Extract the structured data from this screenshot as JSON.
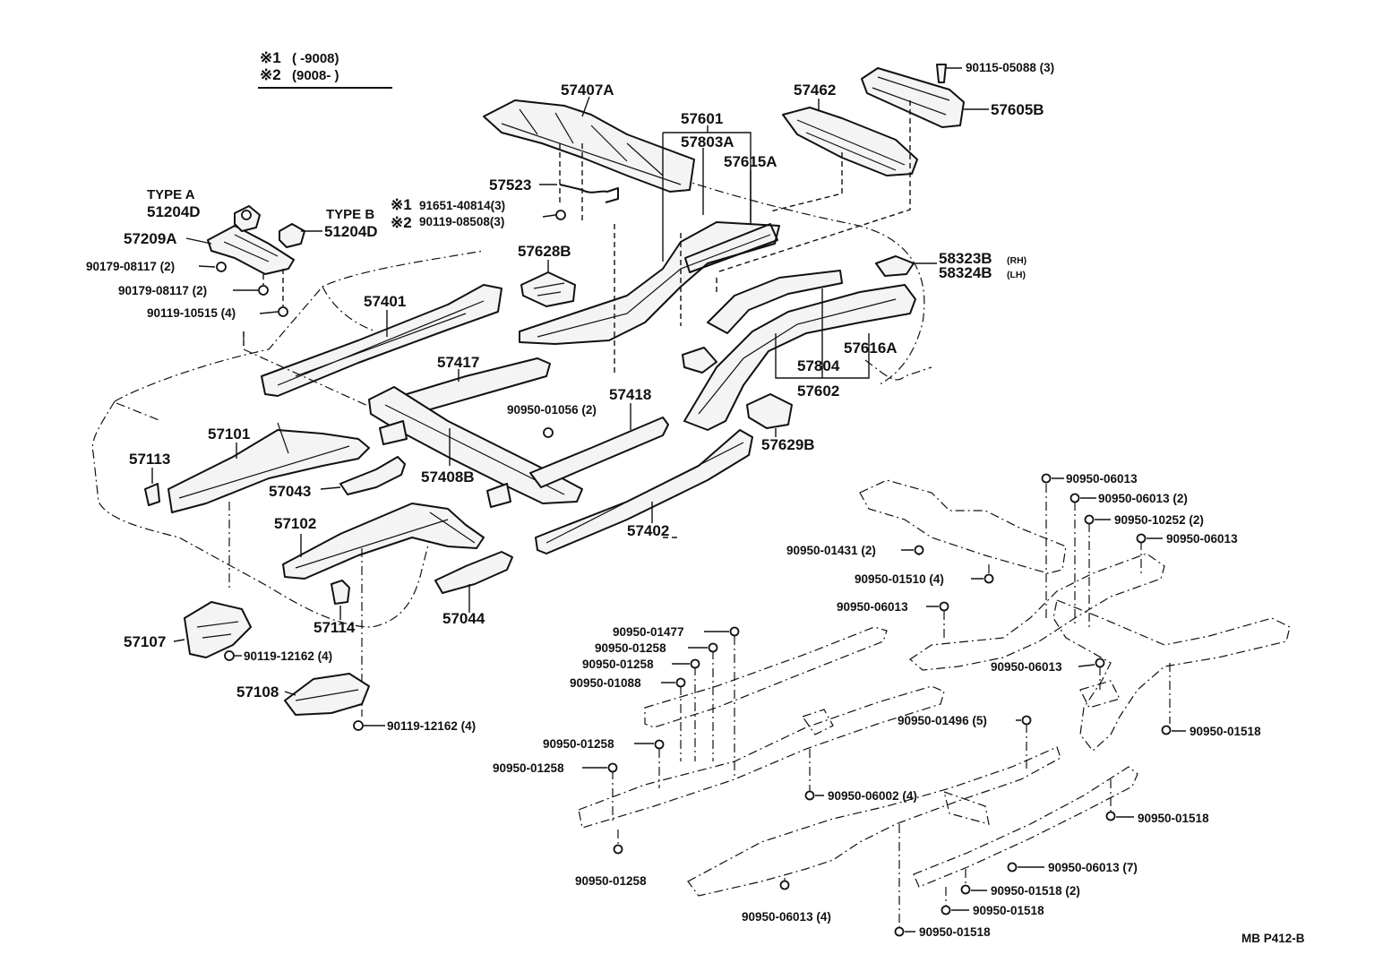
{
  "legend": [
    {
      "mark": "※1",
      "range": "(          -9008)"
    },
    {
      "mark": "※2",
      "range": "(9008-          )"
    }
  ],
  "type_labels": {
    "type_a": "TYPE A",
    "type_b": "TYPE B"
  },
  "labels": {
    "p57407A": "57407A",
    "p57601": "57601",
    "p57803A": "57803A",
    "p57615A": "57615A",
    "p57462": "57462",
    "p90115": "90115-05088 (3)",
    "p57605B": "57605B",
    "p57523": "57523",
    "p91651": "91651-40814(3)",
    "p90119a": "90119-08508(3)",
    "p51204Da": "51204D",
    "p51204Db": "51204D",
    "p57209A": "57209A",
    "p90179a": "90179-08117 (2)",
    "p90179b": "90179-08117 (2)",
    "p90119b": "90119-10515 (4)",
    "p57628B": "57628B",
    "p58323B": "58323B",
    "rh": "(RH)",
    "p58324B": "58324B",
    "lh": "(LH)",
    "p57401": "57401",
    "p57417": "57417",
    "p57418": "57418",
    "p57804": "57804",
    "p57616A": "57616A",
    "p57602": "57602",
    "p57629B": "57629B",
    "p90950_01056": "90950-01056 (2)",
    "p57101": "57101",
    "p57113": "57113",
    "p57043": "57043",
    "p57408B": "57408B",
    "p57402": "57402",
    "p57102": "57102",
    "p57114": "57114",
    "p57044": "57044",
    "p57107": "57107",
    "p90119_12162a": "90119-12162 (4)",
    "p57108": "57108",
    "p90119_12162b": "90119-12162 (4)",
    "f1": "90950-06013",
    "f2": "90950-06013 (2)",
    "f3": "90950-10252 (2)",
    "f4": "90950-06013",
    "f5": "90950-01431 (2)",
    "f6": "90950-01510 (4)",
    "f7": "90950-06013",
    "f8": "90950-01477",
    "f9": "90950-01258",
    "f10": "90950-01258",
    "f11": "90950-01088",
    "f12": "90950-06013",
    "f13": "90950-01496 (5)",
    "f14": "90950-01518",
    "f15": "90950-01258",
    "f16": "90950-01258",
    "f17": "90950-06002 (4)",
    "f18": "90950-01518",
    "f19": "90950-06013 (7)",
    "f20": "90950-01518 (2)",
    "f21": "90950-01518",
    "f22": "90950-01518",
    "f23": "90950-01258",
    "f24": "90950-06013 (4)"
  },
  "footer_code": "MB P412-B"
}
